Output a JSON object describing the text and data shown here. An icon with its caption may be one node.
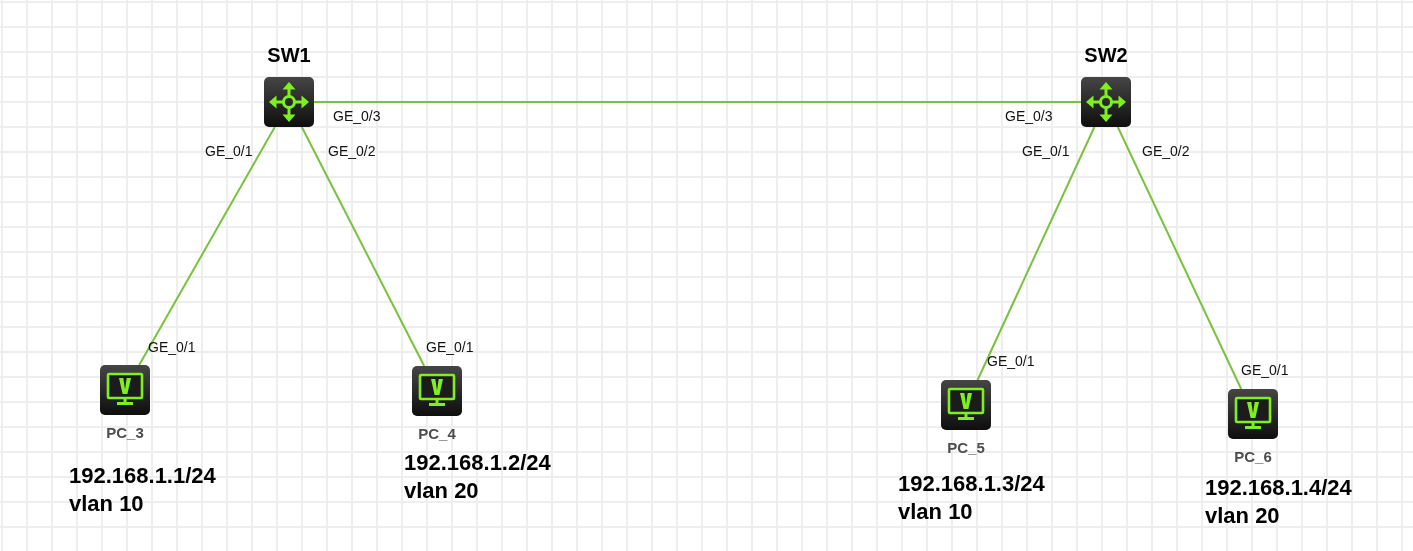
{
  "diagram": {
    "nodes": [
      {
        "text": [
          "SW1"
        ]
      },
      {
        "text": [
          "SW2"
        ]
      },
      {
        "text": [
          "PC_3"
        ],
        "beside": [
          "192.168.1.1/24 vlan 10"
        ]
      },
      {
        "text": [
          "PC_4"
        ],
        "beside": [
          "192.168.1.2/24 vlan 20"
        ]
      },
      {
        "text": [
          "PC_5"
        ],
        "beside": [
          "192.168.1.3/24 vlan 10"
        ]
      },
      {
        "text": [
          "PC_6"
        ],
        "beside": [
          "192.168.1.4/24 vlan 20"
        ]
      }
    ],
    "edges": [
      {
        "from": 0,
        "to": 1,
        "arrow": "none"
      },
      {
        "from": 0,
        "to": 2,
        "arrow": "none"
      },
      {
        "from": 0,
        "to": 3,
        "arrow": "none"
      },
      {
        "from": 1,
        "to": 4,
        "arrow": "none"
      },
      {
        "from": 1,
        "to": 5,
        "arrow": "none"
      }
    ],
    "labels": [
      "GE_0/3",
      "GE_0/3",
      "GE_0/1",
      "GE_0/2",
      "GE_0/1",
      "GE_0/2",
      "GE_0/1",
      "GE_0/1",
      "GE_0/1",
      "GE_0/1"
    ]
  }
}
